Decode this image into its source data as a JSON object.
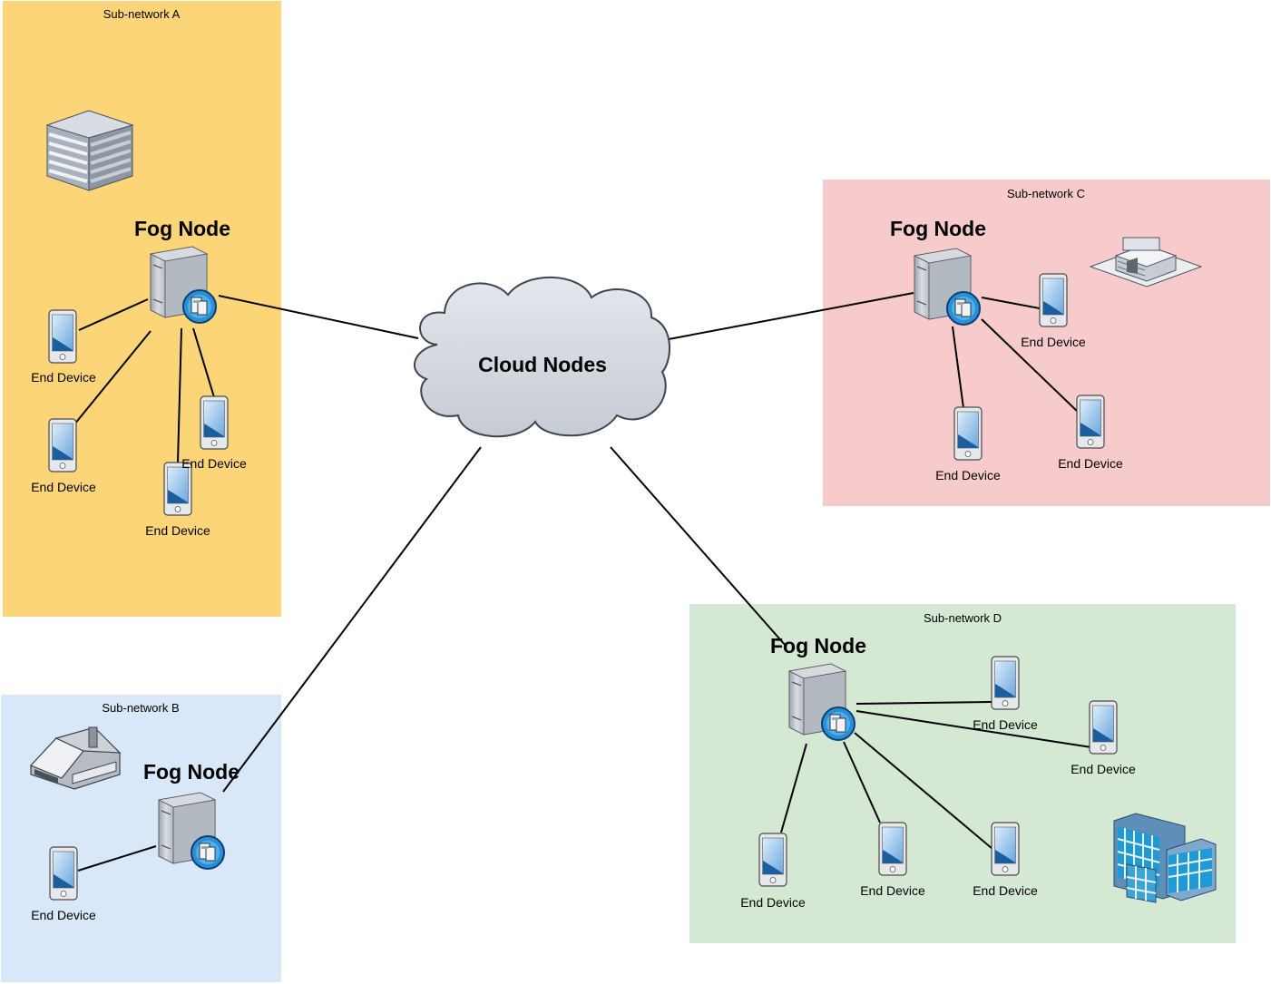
{
  "cloud": {
    "label": "Cloud Nodes"
  },
  "subnetworks": [
    {
      "id": "a",
      "title": "Sub-network A",
      "fill": "#fdd579",
      "building_icon": "office-tower-icon",
      "fog_label": "Fog Node",
      "devices": [
        "End Device",
        "End Device",
        "End Device",
        "End Device"
      ]
    },
    {
      "id": "b",
      "title": "Sub-network B",
      "fill": "#d8e8f8",
      "building_icon": "house-icon",
      "fog_label": "Fog Node",
      "devices": [
        "End Device"
      ]
    },
    {
      "id": "c",
      "title": "Sub-network C",
      "fill": "#f7cbcb",
      "building_icon": "store-building-icon",
      "fog_label": "Fog Node",
      "devices": [
        "End Device",
        "End Device",
        "End Device"
      ]
    },
    {
      "id": "d",
      "title": "Sub-network D",
      "fill": "#d5e8d4",
      "building_icon": "office-buildings-icon",
      "fog_label": "Fog Node",
      "devices": [
        "End Device",
        "End Device",
        "End Device",
        "End Device",
        "End Device"
      ]
    }
  ]
}
